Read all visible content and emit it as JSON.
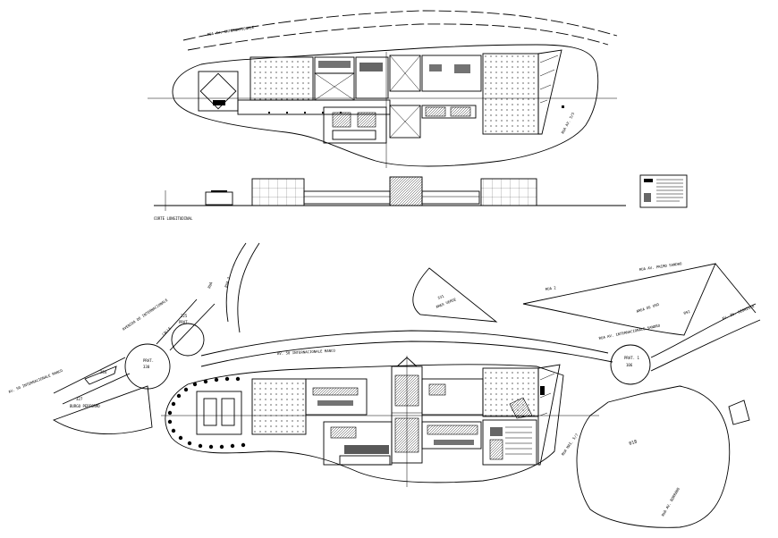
{
  "section_label": "CORTE LONGITUDINAL",
  "street_labels": {
    "top_plan_top": "RUA AV. INTERNATIONALE",
    "top_plan_right": "RUA AV. 5/5",
    "bottom_left_diag": "AVENIDA DE INTERNACIONALE",
    "bottom_left_small": "RUA",
    "bottom_mid_road": "AV. 50 INTERNACIONALE MANCO",
    "bottom_mid_left": "CALLE",
    "bottom_top_curve": "RUA 2",
    "bottom_right_top": "RUA AV. PRIMO SANDRO",
    "bottom_right_diag": "RUA AV. INTERNACIONALE SANDRO",
    "bottom_right_far": "AV. IN. DIONISIO",
    "bottom_right_vert": "RUA MAI. 5/7",
    "bottom_right_lot_road": "RUA AV. BORRANO"
  },
  "lot_labels": {
    "left_lot_code": "327",
    "left_lot_name": "BURGO PERFORMO",
    "left_small_lot": "284",
    "roundabout_left_code": "330",
    "roundabout_left_name": "PRAT.",
    "roundabout_top_code": "225",
    "roundabout_top_name": "PRAT.",
    "triangle_lot_code": "331",
    "triangle_lot_name": "AREA VERDE",
    "right_wedge_code": "092",
    "right_wedge_name": "AREA DE USO",
    "roundabout_right_code": "106",
    "roundabout_right_name": "PRAT. 1",
    "big_lot_code": "018"
  }
}
